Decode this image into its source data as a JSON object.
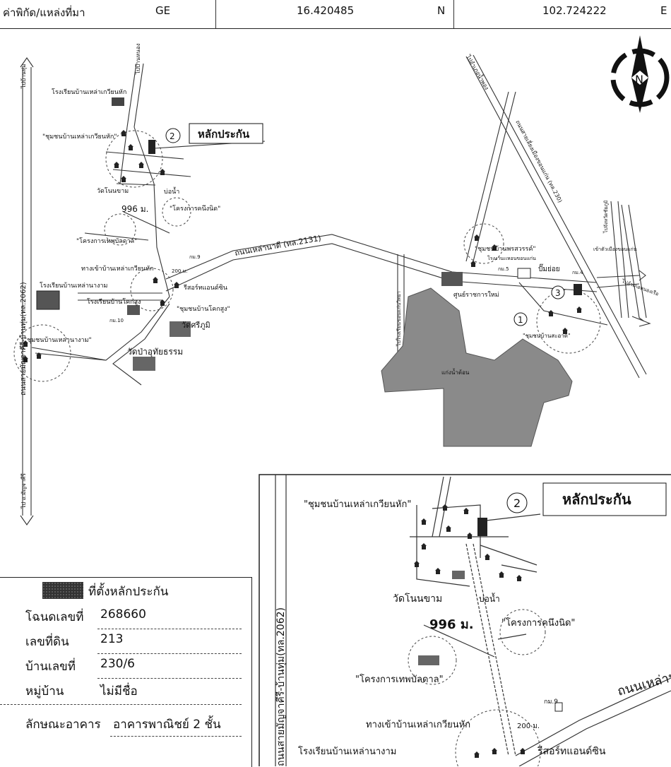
{
  "header": {
    "coord_label": "ค่าพิกัด/แหล่งที่มา",
    "source": "GE",
    "lat": "16.420485",
    "lat_dir": "N",
    "lon": "102.724222",
    "lon_dir": "E"
  },
  "compass": {
    "letter": "N",
    "icon": "north-arrow-icon"
  },
  "overview": {
    "collateral_label": "หลักประกัน",
    "marker_1": "1",
    "marker_2": "2",
    "marker_3": "3",
    "school_1": "โรงเรียนบ้านเหล่าเกวียนหัก",
    "to_ban_nong": "ไปบ้านหนอง",
    "community_1": "\"ชุมชนบ้านเหล่าเกวียนหัก\"",
    "temple_1": "วัดโนนขาม",
    "well": "บ่อน้ำ",
    "distance": "996 ม.",
    "project_1": "\"โครงการคนึงนิด\"",
    "project_2": "\"โครงการเทพบัลดาล\"",
    "road_main": "ถนนเหล่านาดี (ทล.2131)",
    "km9": "กม.9",
    "entrance": "ทางเข้าบ้านเหล่าเกวียนหัก",
    "dist200": "200 ม.",
    "resort": "รีสอร์ทแอนด์ซิน",
    "school_2": "โรงเรียนบ้านเหล่านางาม",
    "school_3": "โรงเรียนบ้านโคกสูง",
    "community_2": "\"ชุมชนบ้านโคกสูง\"",
    "km10": "กม.10",
    "temple_2": "วัดศรีภูมิ",
    "community_3": "\"ชุมชนบ้านเหล่านางาม\"",
    "temple_3": "วัดป่าอุทัยธรรม",
    "road_left": "ถนนสายมัญจาคีรี-บ้านทุ่ม(ทล.2062)",
    "to_ban_thum": "ไปบ้านทุ่ม",
    "to_mancha": "ไป อ.มัญจาคีรี",
    "to_udon": "ไปอำเภอน้ำพอง",
    "bypass": "ถนนสายเลี่ยงเมืองขอนแก่น (ทล.230)",
    "community_4": "\"ชุมชนบ้านพรสวรรค์\"",
    "factory": "โรงงานเเหอนขอนแก่น",
    "km5": "กม.5",
    "gas": "ปั๊มย่อย",
    "km4": "กม.4",
    "to_city": "เข้าตัวเมืองขอนแก่น",
    "to_chaiya": "ไปจังหวัดชัยภูมิ",
    "gov_center": "ศูนย์ราชการใหม่",
    "to_khok": "ไปโรงเรียนขอนแก่นวิทยา",
    "community_5": "\"ชุมชนบ้านสะอาด\"",
    "lake": "แก่งน้ำต้อน",
    "to_nong_ruea": "ไปอำเภอหนองเรือ"
  },
  "inset": {
    "collateral_label": "หลักประกัน",
    "marker_2": "2",
    "community_1": "\"ชุมชนบ้านเหล่าเกวียนหัก\"",
    "temple_1": "วัดโนนขาม",
    "well": "บ่อน้ำ",
    "distance": "996 ม.",
    "project_1": "\"โครงการคนึงนิด\"",
    "project_2": "\"โครงการเทพบัลดาล\"",
    "km9": "กม.9",
    "road_main": "ถนนเหล่านาดี",
    "entrance": "ทางเข้าบ้านเหล่าเกวียนหัก",
    "dist200": "200 ม.",
    "resort": "รีสอร์ทแอนด์ซิน",
    "school_2": "โรงเรียนบ้านเหล่านางาม",
    "road_left": "ถนนสายมัญจาคีรี-บ้านทุ่ม(ทล.2062)"
  },
  "legend": {
    "title": "ที่ตั้งหลักประกัน",
    "deed_label": "โฉนดเลขที่",
    "deed": "268660",
    "land_label": "เลขที่ดิน",
    "land": "213",
    "house_label": "บ้านเลขที่",
    "house": "230/6",
    "village_label": "หมู่บ้าน",
    "village": "ไม่มีชื่อ",
    "building_label": "ลักษณะอาคาร",
    "building": "อาคารพาณิชย์ 2 ชั้น"
  }
}
